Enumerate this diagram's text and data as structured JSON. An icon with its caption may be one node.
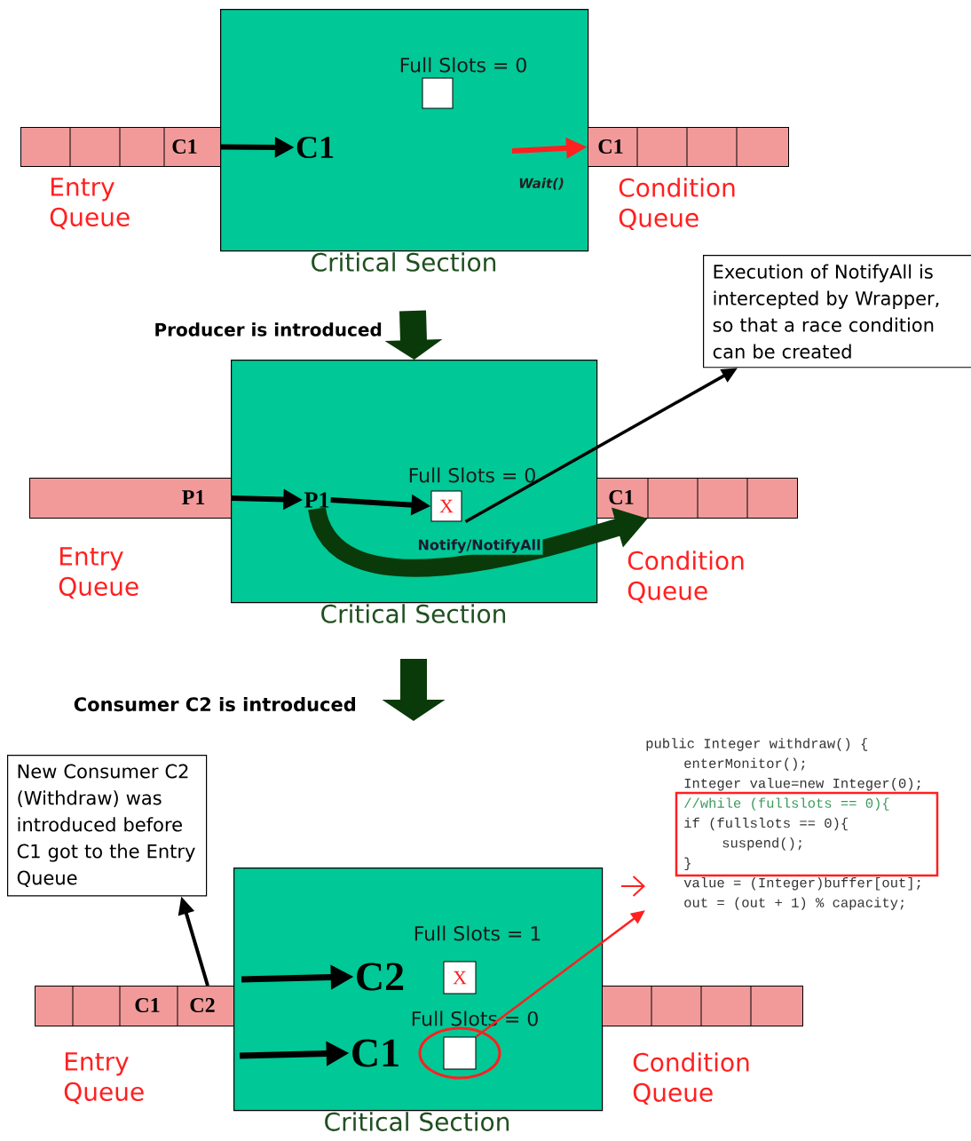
{
  "diagram": {
    "nodes": [
      {
        "text": [
          "Critical Section"
        ]
      },
      {
        "text": [
          "Full Slots = 0"
        ],
        "in": 0
      },
      {
        "text": [
          "C1"
        ],
        "beside": [
          "Entry Queue"
        ]
      },
      {
        "text": [
          "C1"
        ],
        "in": 0
      },
      {
        "text": [
          "C1"
        ],
        "beside": [
          "Condition Queue"
        ]
      },
      {
        "text": [
          "Critical Section"
        ]
      },
      {
        "text": [
          "Execution of NotifyAll is intercepted by Wrapper, so that a race condition can be created"
        ]
      },
      {
        "text": [
          "P1"
        ],
        "beside": [
          "Entry Queue"
        ]
      },
      {
        "text": [
          "P1"
        ],
        "in": 5
      },
      {
        "text": [
          "Full Slots = 0",
          "X"
        ],
        "in": 5
      },
      {
        "text": [
          "C1"
        ],
        "beside": [
          "Condition Queue"
        ]
      },
      {
        "text": [
          "New Consumer C2 (Withdraw) was introduced before C1 got to the Entry Queue"
        ]
      },
      {
        "text": [
          "Critical Section"
        ]
      },
      {
        "text": [
          "C1",
          "C2"
        ],
        "beside": [
          "Entry Queue"
        ]
      },
      {
        "text": [
          "C2"
        ],
        "in": 12
      },
      {
        "text": [
          "C1"
        ],
        "in": 12
      },
      {
        "text": [
          "Full Slots = 1",
          "X"
        ],
        "in": 12
      },
      {
        "text": [
          "Full Slots = 0"
        ],
        "in": 12
      },
      {
        "text": [],
        "shape": "bar",
        "beside": [
          "Condition Queue"
        ]
      },
      {
        "text": [
          "public Integer withdraw() {",
          "enterMonitor();",
          "Integer value=new Integer(0);",
          "//while (fullslots == 0){",
          "if (fullslots == 0){",
          "suspend();",
          "}",
          "value = (Integer)buffer[out];",
          "out = (out + 1) % capacity;"
        ]
      }
    ],
    "edges": [
      {
        "from": 2,
        "to": 3,
        "arrow": "to"
      },
      {
        "from": null,
        "to": 4,
        "arrow": "to",
        "label": "Wait()",
        "color": "#ff2020"
      },
      {
        "from": null,
        "to": 5,
        "arrow": "to",
        "label": "Producer is introduced",
        "style": "thick",
        "color": "#0a3a0a"
      },
      {
        "from": 7,
        "to": 8,
        "arrow": "to"
      },
      {
        "from": 8,
        "to": 9,
        "arrow": "to"
      },
      {
        "from": 8,
        "to": 10,
        "arrow": "to",
        "label": "Notify/NotifyAll",
        "style": "thick",
        "color": "#0a3a0a"
      },
      {
        "from": 9,
        "to": 6,
        "arrow": "to"
      },
      {
        "from": 13,
        "to": 11,
        "arrow": "to"
      },
      {
        "from": null,
        "to": 14,
        "arrow": "to"
      },
      {
        "from": null,
        "to": 15,
        "arrow": "to"
      },
      {
        "from": 17,
        "to": 19,
        "arrow": "to",
        "color": "#ff2020"
      },
      {
        "from": null,
        "to": 19,
        "arrow": "to",
        "color": "#ff2020"
      }
    ],
    "labels": [
      "Consumer C2 is introduced"
    ]
  }
}
